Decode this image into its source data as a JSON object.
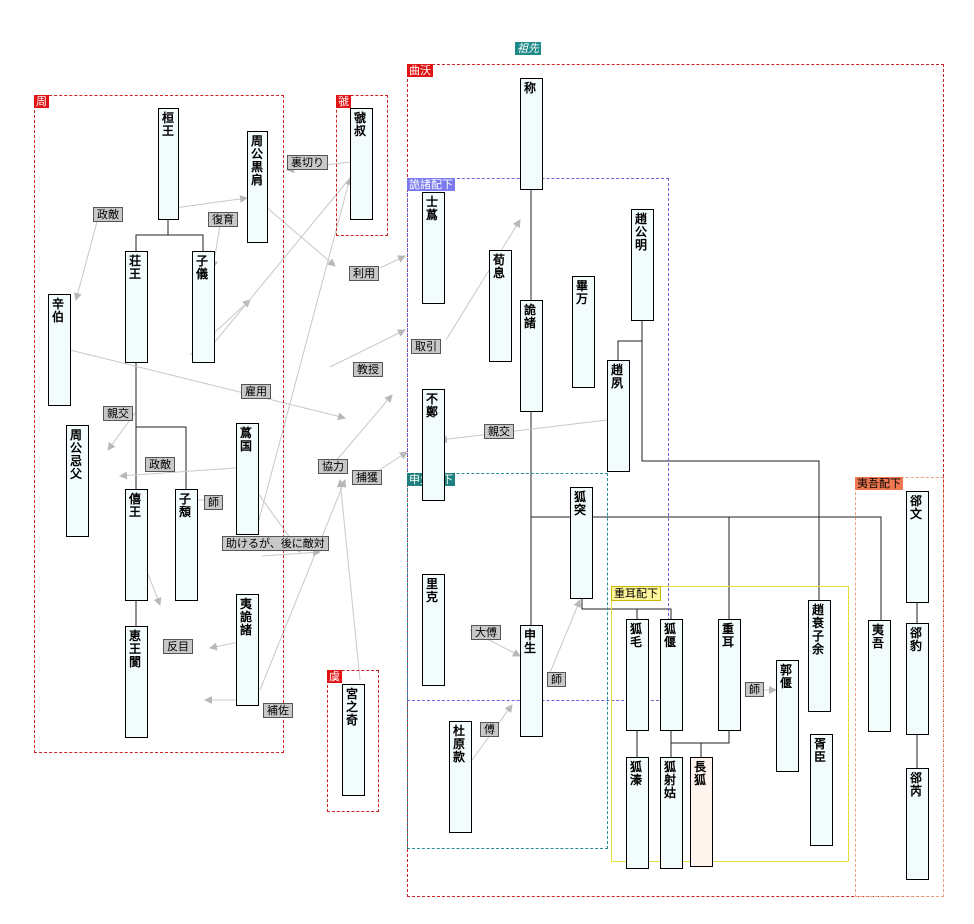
{
  "groups": {
    "zhou": {
      "label": "周",
      "color": "#cc2222"
    },
    "guo": {
      "label": "虢",
      "color": "#cc2222"
    },
    "quwo": {
      "label": "曲沃",
      "color": "#cc2222"
    },
    "yu": {
      "label": "虞",
      "color": "#cc2222"
    },
    "guizhu": {
      "label": "詭諸配下",
      "color": "#6666dd"
    },
    "shensheng": {
      "label": "申生配下",
      "color": "#2a8a9a"
    },
    "chonger": {
      "label": "重耳配下",
      "color": "#e6dc3c"
    },
    "yiwu": {
      "label": "夷吾配下",
      "color": "#e8a080"
    }
  },
  "ancestor_tag": "祖先",
  "nodes": {
    "huanwang": "桓王",
    "zhougong_heijian": "周公　黒肩",
    "guoshu": "虢叔",
    "cheng": "称",
    "zhuangwang": "荘王",
    "zike": "子儀",
    "xinbo": "辛伯",
    "zhougong_jifu": "周公　忌父",
    "xiwang": "僖王",
    "zitui": "子頽",
    "weiguo": "蔿国",
    "huiwang": "恵王　閬",
    "yiguizhu": "夷詭諸",
    "shiwei": "士蔿",
    "xunxi": "荀息",
    "guizhu": "詭諸",
    "bifang": "畢万",
    "zhaogongming": "趙公明",
    "zhaosu": "趙夙",
    "buzheng": "不鄭",
    "litu": "里克",
    "dutu": "杜原款",
    "shensheng": "申生",
    "hutu": "狐突",
    "humao": "狐毛",
    "huyan": "狐偃",
    "chonger": "重耳",
    "guoyan": "郭偃",
    "zhaoshuai": "趙衰　子余",
    "xuchen": "胥臣",
    "huzhen": "狐溱",
    "hushegu": "狐射姑",
    "changhu": "長狐",
    "yiwu": "夷吾",
    "xiwen": "郤文",
    "xibao": "郤豹",
    "xirui": "郤芮",
    "gongzhiqi": "宮之奇"
  },
  "edge_labels": {
    "betray": "裏切り",
    "politics1": "政敵",
    "restore": "復育",
    "use": "利用",
    "take": "取引",
    "teach": "教授",
    "hire": "雇用",
    "friend1": "親交",
    "friend2": "親交",
    "politics2": "政敵",
    "coop": "協力",
    "capture": "捕獲",
    "master1": "師",
    "help": "助けるが、後に敵対",
    "betray2": "反目",
    "tutor": "大傅",
    "assist": "補佐",
    "master2": "師",
    "fu": "傅",
    "master3": "師"
  }
}
